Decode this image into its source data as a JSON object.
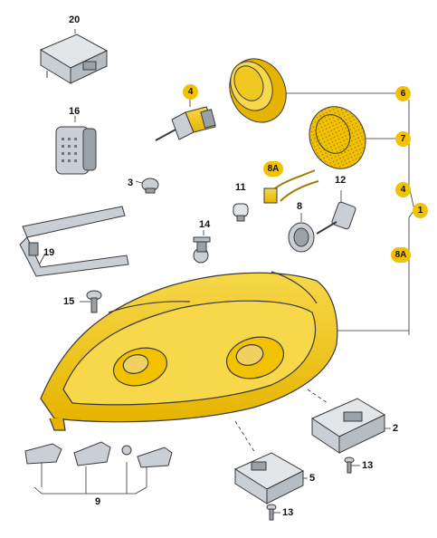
{
  "labels": {
    "l20": "20",
    "l16": "16",
    "l3": "3",
    "l4_top": "4",
    "l8a_top": "8A",
    "l11": "11",
    "l8": "8",
    "l12": "12",
    "l6": "6",
    "l7": "7",
    "l4_right": "4",
    "l1": "1",
    "l8a_right": "8A",
    "l14": "14",
    "l19": "19",
    "l15": "15",
    "l2": "2",
    "l13_a": "13",
    "l5": "5",
    "l13_b": "13",
    "l9": "9"
  },
  "colors": {
    "highlight": "#f2c200",
    "part_grey": "#c9cfd4",
    "outline": "#3a3a3a"
  }
}
